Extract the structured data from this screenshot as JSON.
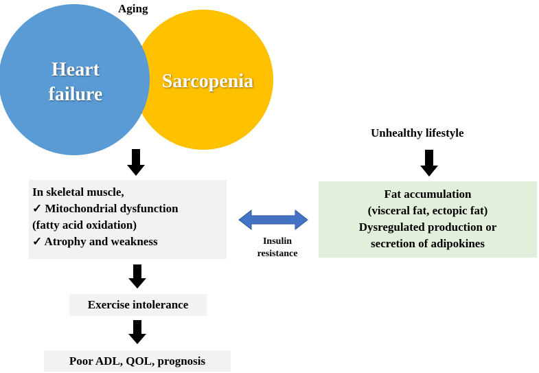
{
  "aging_label": "Aging",
  "circles": {
    "heart_failure": {
      "line1": "Heart",
      "line2": "failure",
      "color": "#5b9bd5"
    },
    "sarcopenia": {
      "label": "Sarcopenia",
      "color": "#ffc000"
    }
  },
  "muscle_box": {
    "line1": "In skeletal muscle,",
    "line2": "✓ Mitochondrial dysfunction",
    "line3": "(fatty acid oxidation)",
    "line4": "✓  Atrophy and weakness"
  },
  "lifestyle_label": "Unhealthy lifestyle",
  "fat_box": {
    "line1": "Fat accumulation",
    "line2": "(visceral fat, ectopic fat)",
    "line3": "Dysregulated production or",
    "line4": "secretion of adipokines"
  },
  "insulin_label": {
    "line1": "Insulin",
    "line2": "resistance"
  },
  "exercise_label": "Exercise intolerance",
  "poor_label": "Poor ADL, QOL, prognosis",
  "colors": {
    "box_gray": "#f2f2f2",
    "box_green": "#e2efda",
    "double_arrow": "#4472c4",
    "down_arrow": "#000000"
  }
}
